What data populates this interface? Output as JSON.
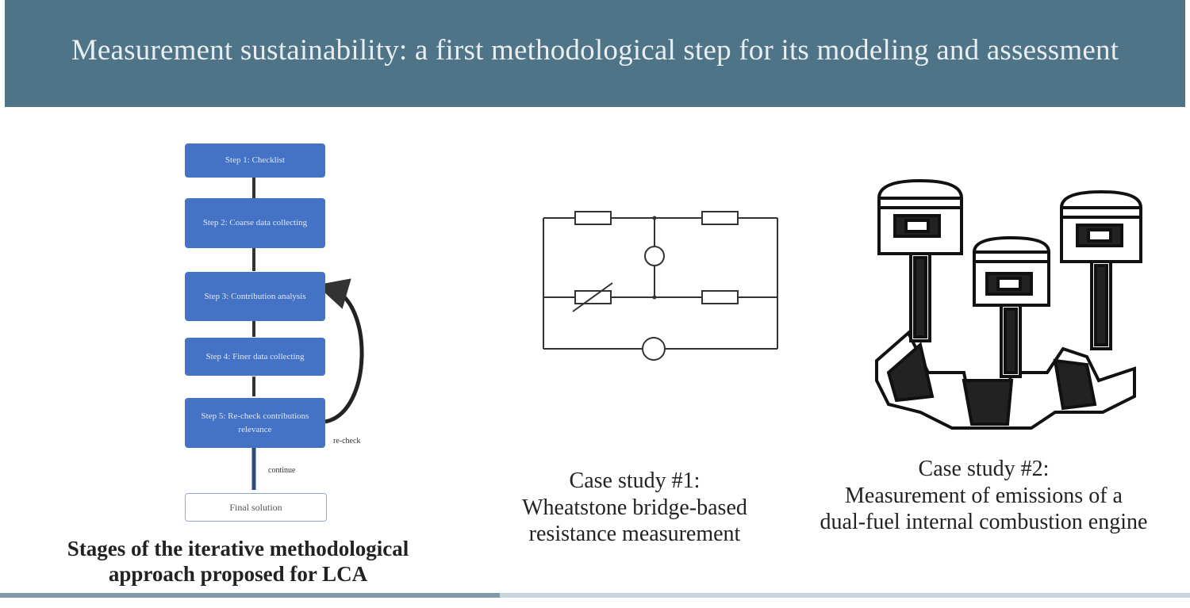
{
  "header": {
    "title": "Measurement sustainability: a first methodological step for its modeling and assessment"
  },
  "flowchart": {
    "steps": [
      "Step 1: Checklist",
      "Step 2: Coarse data collecting",
      "Step 3: Contribution analysis",
      "Step 4: Finer data collecting",
      "Step 5: Re-check contributions relevance"
    ],
    "final": "Final solution",
    "loop_label": "re-check",
    "continue_label": "continue",
    "caption": "Stages of the iterative methodological approach proposed for LCA"
  },
  "case_study_1": {
    "caption_line1": "Case study #1:",
    "caption_line2": "Wheatstone bridge-based",
    "caption_line3": "resistance measurement"
  },
  "case_study_2": {
    "caption_line1": "Case study #2:",
    "caption_line2": "Measurement of emissions of a",
    "caption_line3": "dual-fuel internal combustion engine"
  },
  "colors": {
    "header_bg": "#4f7487",
    "box_blue": "#4472c4"
  }
}
